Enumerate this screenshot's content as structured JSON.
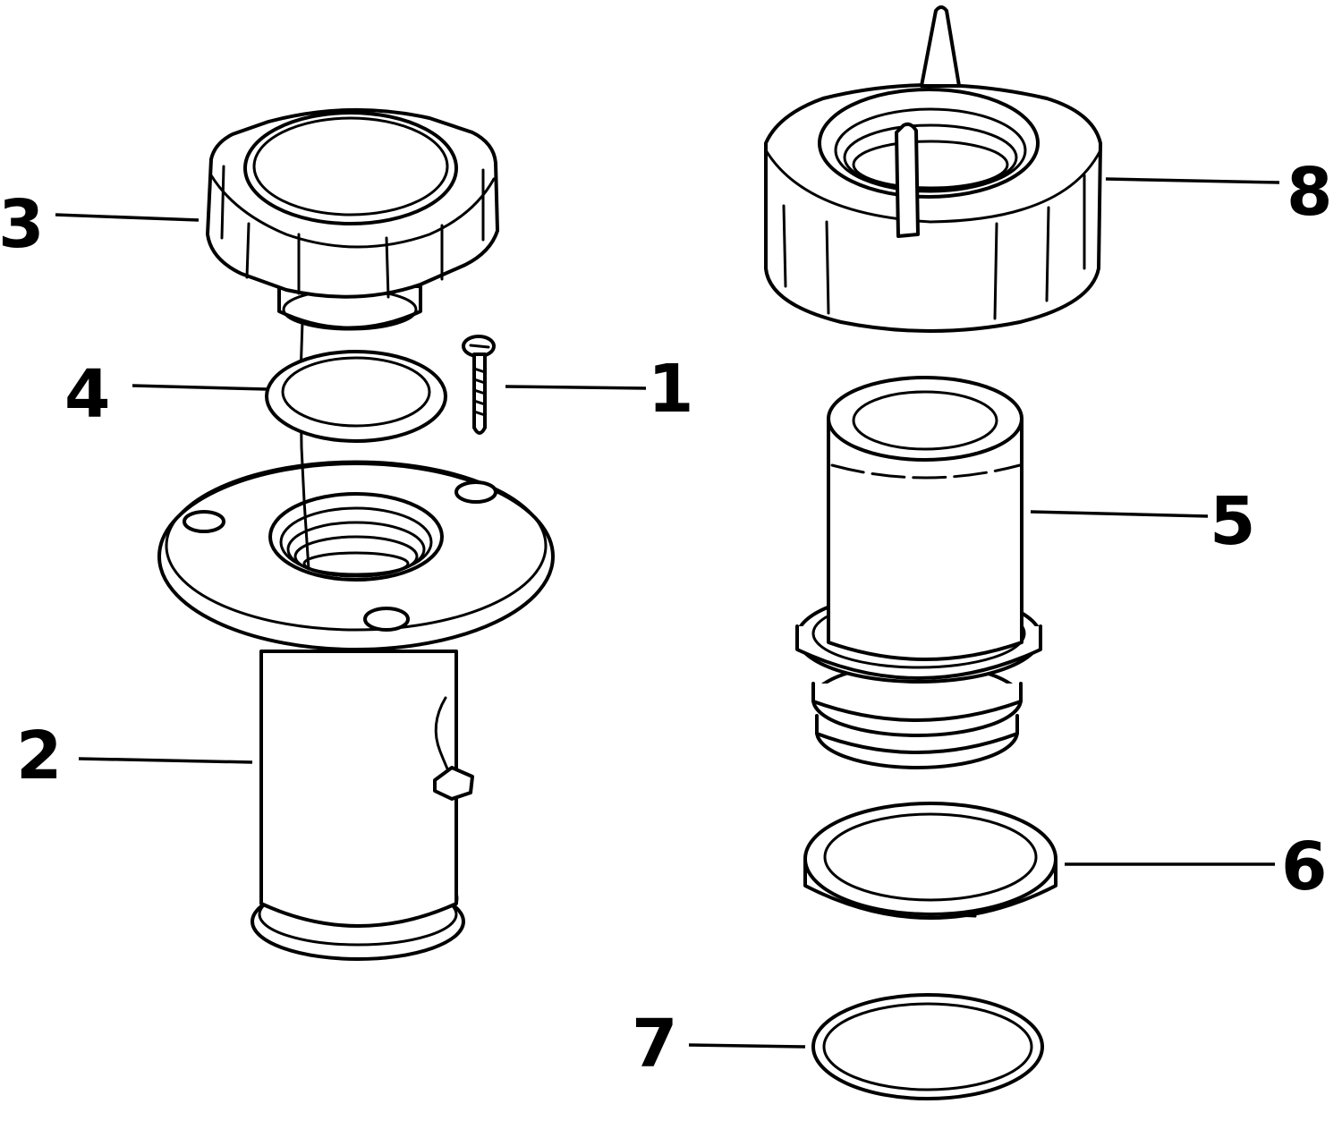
{
  "callouts": [
    {
      "id": "1",
      "label": "1",
      "part": "screw"
    },
    {
      "id": "2",
      "label": "2",
      "part": "fill-neck-body"
    },
    {
      "id": "3",
      "label": "3",
      "part": "fill-cap"
    },
    {
      "id": "4",
      "label": "4",
      "part": "cap-gasket"
    },
    {
      "id": "5",
      "label": "5",
      "part": "hose-adapter"
    },
    {
      "id": "6",
      "label": "6",
      "part": "flat-washer"
    },
    {
      "id": "7",
      "label": "7",
      "part": "o-ring"
    },
    {
      "id": "8",
      "label": "8",
      "part": "retaining-nut"
    }
  ],
  "colors": {
    "line": "#000000",
    "background": "#ffffff"
  }
}
